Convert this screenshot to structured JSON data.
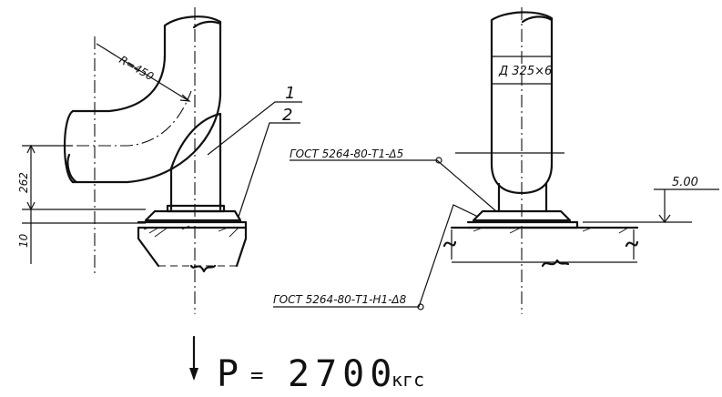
{
  "labels": {
    "radius": "R=450",
    "pos1": "1",
    "pos2": "2",
    "dim_262": "262",
    "dim_10": "10",
    "pipe_size": "Д 325×6",
    "weld_top": "ГОСТ 5264-80-Т1-Δ5",
    "weld_bottom": "ГОСТ 5264-80-Т1-Н1-Δ8",
    "elevation": "5.00",
    "load_symbol": "P",
    "load_eq": "=",
    "load_value": "2700",
    "load_unit": "кгс"
  },
  "icons": {
    "load_arrow": "down-arrow-icon"
  }
}
